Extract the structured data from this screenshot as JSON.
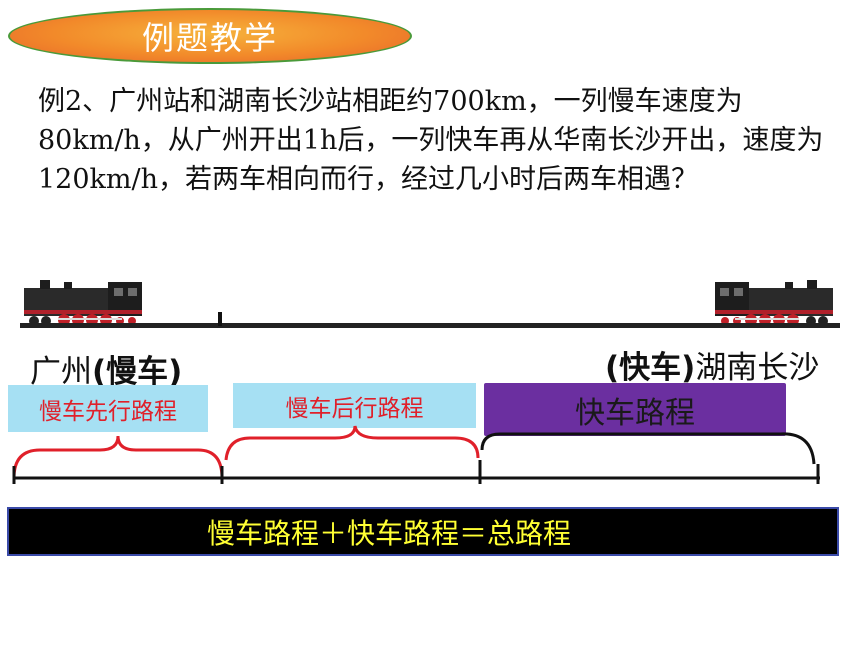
{
  "title": "例题教学",
  "problem_text": "例2、广州站和湖南长沙站相距约700km，一列慢车速度为80km/h，从广州开出1h后，一列快车再从华南长沙开出，速度为120km/h，若两车相向而行，经过几小时后两车相遇？",
  "left_station": {
    "name": "广州",
    "paren": "(慢车)"
  },
  "right_station": {
    "paren": "(快车)",
    "name": "湖南长沙"
  },
  "segments": {
    "slow_first": "慢车先行路程",
    "slow_after": "慢车后行路程",
    "fast": "快车路程"
  },
  "equation": "慢车路程＋快车路程＝总路程",
  "colors": {
    "title_oval": "#f28a2a",
    "segment_box": "#a6e0f3",
    "segment_text": "#e0202a",
    "fast_box": "#6b2fa0",
    "equation_bg": "#000000",
    "equation_text": "#ffff33"
  },
  "icons": [
    "steam-locomotive-icon",
    "steam-locomotive-icon"
  ]
}
